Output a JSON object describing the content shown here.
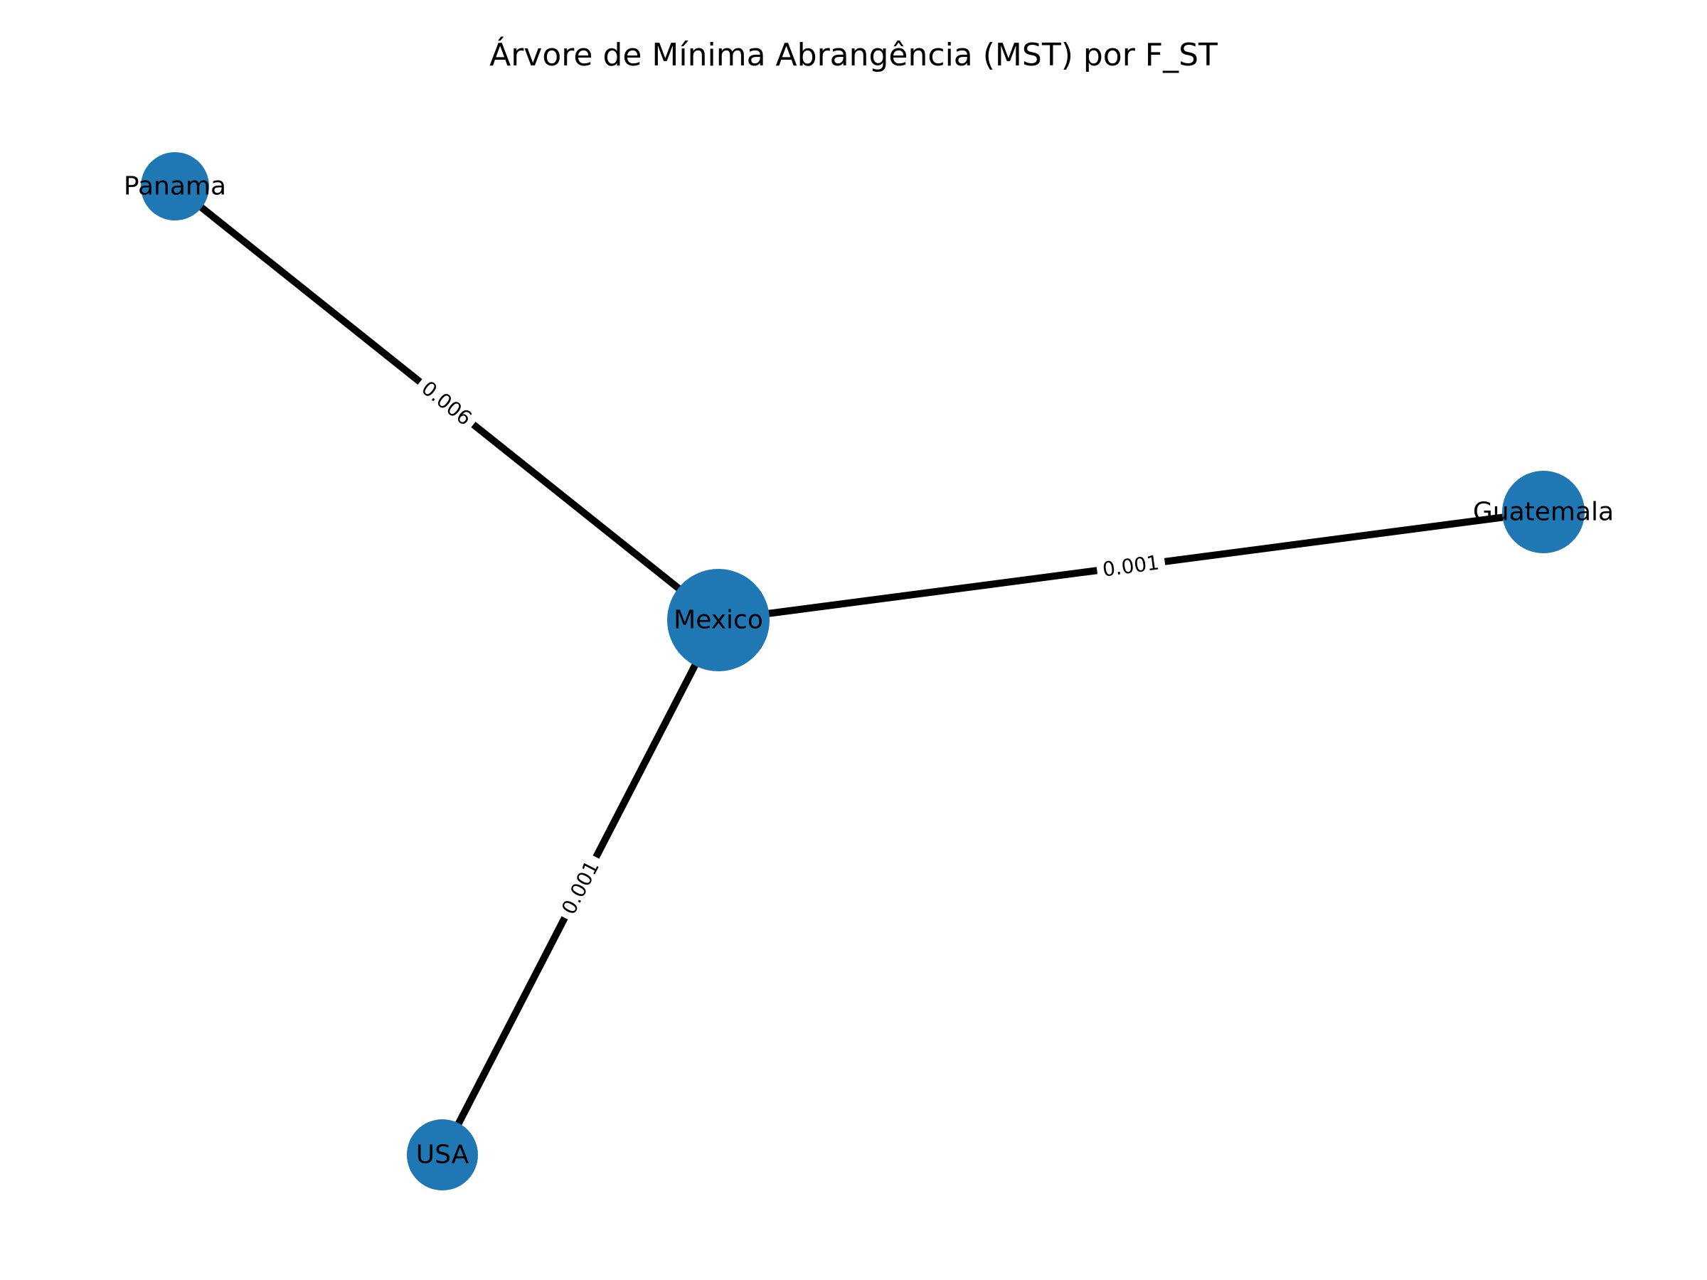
{
  "diagram": {
    "title": "Árvore de Mínima Abrangência (MST) por F_ST",
    "colors": {
      "node": "#1f77b4",
      "edge": "#000000",
      "label_bg": "#ffffff"
    },
    "nodes": [
      {
        "id": "panama",
        "label": "Panama"
      },
      {
        "id": "mexico",
        "label": "Mexico"
      },
      {
        "id": "guatemala",
        "label": "Guatemala"
      },
      {
        "id": "usa",
        "label": "USA"
      }
    ],
    "edges": [
      {
        "source": "mexico",
        "target": "panama",
        "weight": "0.006"
      },
      {
        "source": "mexico",
        "target": "guatemala",
        "weight": "0.001"
      },
      {
        "source": "mexico",
        "target": "usa",
        "weight": "0.001"
      }
    ]
  }
}
